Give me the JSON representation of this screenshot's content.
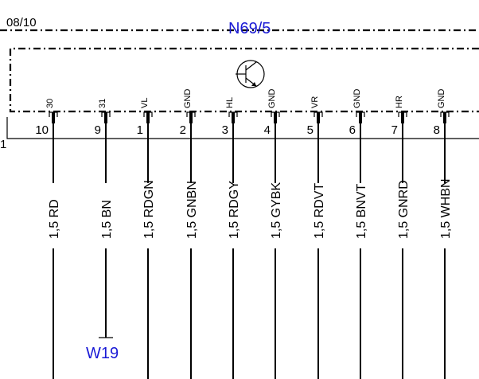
{
  "header": {
    "date_code": "08/10",
    "component_id": "N69/5",
    "edge_mark": "1"
  },
  "ground_reference": "W19",
  "pins": [
    {
      "pin": "10",
      "function": "30",
      "wire": "1,5 RD"
    },
    {
      "pin": "9",
      "function": "31",
      "wire": "1,5 BN"
    },
    {
      "pin": "1",
      "function": "VL",
      "wire": "1,5 RDGN"
    },
    {
      "pin": "2",
      "function": "GND",
      "wire": "1,5 GNBN"
    },
    {
      "pin": "3",
      "function": "HL",
      "wire": "1,5 RDGY"
    },
    {
      "pin": "4",
      "function": "GND",
      "wire": "1,5 GYBK"
    },
    {
      "pin": "5",
      "function": "VR",
      "wire": "1,5 RDVT"
    },
    {
      "pin": "6",
      "function": "GND",
      "wire": "1,5 BNVT"
    },
    {
      "pin": "7",
      "function": "HR",
      "wire": "1,5 GNRD"
    },
    {
      "pin": "8",
      "function": "GND",
      "wire": "1,5 WHBN"
    }
  ]
}
